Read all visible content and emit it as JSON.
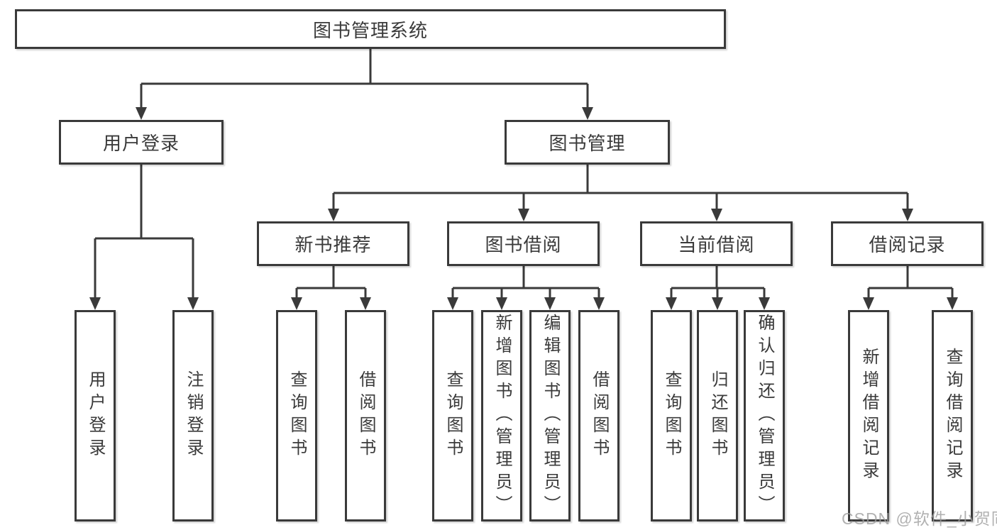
{
  "tree": {
    "root": "图书管理系统",
    "children": [
      {
        "label": "用户登录",
        "children": [
          "用户登录",
          "注销登录"
        ]
      },
      {
        "label": "图书管理",
        "children": [
          {
            "label": "新书推荐",
            "children": [
              "查询图书",
              "借阅图书"
            ]
          },
          {
            "label": "图书借阅",
            "children": [
              "查询图书",
              "新增图书（管理员）",
              "编辑图书（管理员）",
              "借阅图书"
            ]
          },
          {
            "label": "当前借阅",
            "children": [
              "查询图书",
              "归还图书",
              "确认归还（管理员）"
            ]
          },
          {
            "label": "借阅记录",
            "children": [
              "新增借阅记录",
              "查询借阅记录"
            ]
          }
        ]
      }
    ]
  },
  "watermark": "CSDN @软件_小贺同学",
  "colors": {
    "line": "#3a3a3a",
    "text": "#3a3a3a",
    "background": "#ffffff",
    "watermark": "#9e9e9e"
  }
}
